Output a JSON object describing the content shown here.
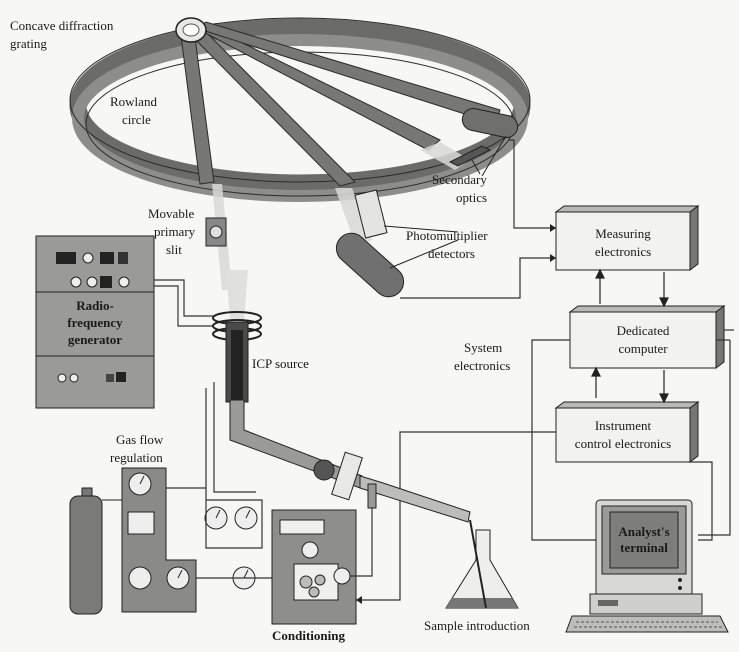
{
  "labels": {
    "grating": [
      "Concave diffraction",
      "grating"
    ],
    "rowland": [
      "Rowland",
      "circle"
    ],
    "secondary": [
      "Secondary",
      "optics"
    ],
    "slit": [
      "Movable",
      "primary",
      "slit"
    ],
    "pmt": [
      "Photomultiplier",
      "detectors"
    ],
    "icp": "ICP source",
    "system": [
      "System",
      "electronics"
    ],
    "gasflow": [
      "Gas flow",
      "regulation"
    ],
    "conditioning": "Conditioning",
    "sample": "Sample introduction"
  },
  "boxes": {
    "measuring": [
      "Measuring",
      "electronics"
    ],
    "computer": [
      "Dedicated",
      "computer"
    ],
    "instrument": [
      "Instrument",
      "control electronics"
    ],
    "rf": [
      "Radio-",
      "frequency",
      "generator"
    ],
    "terminal": [
      "Analyst's",
      "terminal"
    ]
  }
}
